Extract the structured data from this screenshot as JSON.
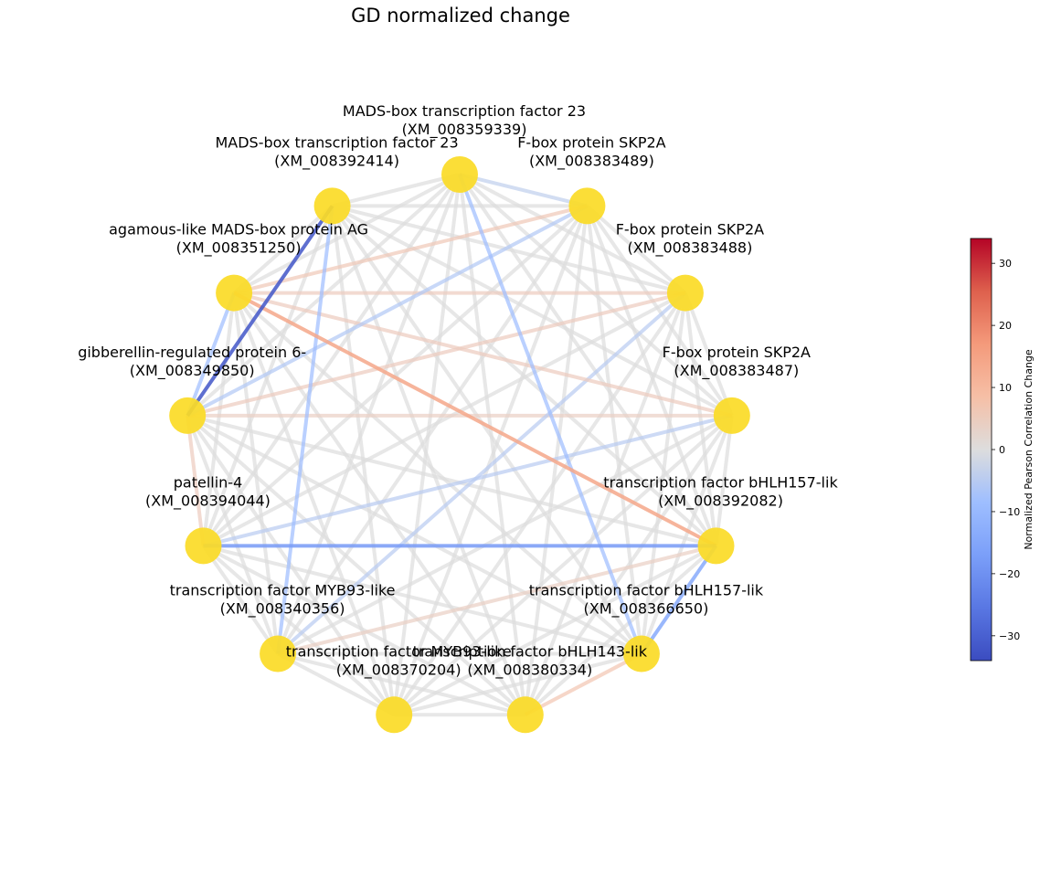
{
  "title": "GD normalized change",
  "nodes": [
    {
      "id": 0,
      "line1": "MADS-box transcription factor 23",
      "line2": "(XM_008359339)"
    },
    {
      "id": 1,
      "line1": "F-box protein SKP2A",
      "line2": "(XM_008383489)"
    },
    {
      "id": 2,
      "line1": "F-box protein SKP2A",
      "line2": "(XM_008383488)"
    },
    {
      "id": 3,
      "line1": "F-box protein SKP2A",
      "line2": "(XM_008383487)"
    },
    {
      "id": 4,
      "line1": "transcription factor bHLH157-lik",
      "line2": "(XM_008392082)"
    },
    {
      "id": 5,
      "line1": "transcription factor bHLH157-lik",
      "line2": "(XM_008366650)"
    },
    {
      "id": 6,
      "line1": "transcription factor bHLH143-lik",
      "line2": "(XM_008380334)"
    },
    {
      "id": 7,
      "line1": "transcription factor MYB93-like",
      "line2": "(XM_008370204)"
    },
    {
      "id": 8,
      "line1": "transcription factor MYB93-like",
      "line2": "(XM_008340356)"
    },
    {
      "id": 9,
      "line1": "patellin-4",
      "line2": "(XM_008394044)"
    },
    {
      "id": 10,
      "line1": "gibberellin-regulated protein 6-",
      "line2": "(XM_008349850)"
    },
    {
      "id": 11,
      "line1": "agamous-like MADS-box protein AG",
      "line2": "(XM_008351250)"
    },
    {
      "id": 12,
      "line1": "MADS-box transcription factor 23",
      "line2": "(XM_008392414)"
    }
  ],
  "node_color": "#fbdb26",
  "edges": [
    {
      "s": 12,
      "t": 10,
      "v": -32
    },
    {
      "s": 9,
      "t": 4,
      "v": -18
    },
    {
      "s": 11,
      "t": 4,
      "v": 14
    },
    {
      "s": 5,
      "t": 4,
      "v": -14
    },
    {
      "s": 12,
      "t": 8,
      "v": -9
    },
    {
      "s": 0,
      "t": 5,
      "v": -9
    },
    {
      "s": 11,
      "t": 10,
      "v": -9
    },
    {
      "s": 1,
      "t": 10,
      "v": -6
    },
    {
      "s": 2,
      "t": 8,
      "v": -5
    },
    {
      "s": 3,
      "t": 9,
      "v": -5
    },
    {
      "s": 0,
      "t": 1,
      "v": -4
    },
    {
      "s": 11,
      "t": 1,
      "v": 6
    },
    {
      "s": 11,
      "t": 2,
      "v": 5
    },
    {
      "s": 10,
      "t": 2,
      "v": 5
    },
    {
      "s": 11,
      "t": 3,
      "v": 5
    },
    {
      "s": 10,
      "t": 3,
      "v": 4
    },
    {
      "s": 8,
      "t": 4,
      "v": 4
    },
    {
      "s": 10,
      "t": 9,
      "v": 5
    },
    {
      "s": 6,
      "t": 5,
      "v": 7
    }
  ],
  "default_edge_value": 0,
  "colorbar": {
    "label": "Normalized Pearson Correlation Change",
    "min": -34,
    "max": 34,
    "ticks": [
      30,
      20,
      10,
      0,
      -10,
      -20,
      -30
    ],
    "tick_labels": [
      "30",
      "20",
      "10",
      "0",
      "−10",
      "−20",
      "−30"
    ]
  }
}
